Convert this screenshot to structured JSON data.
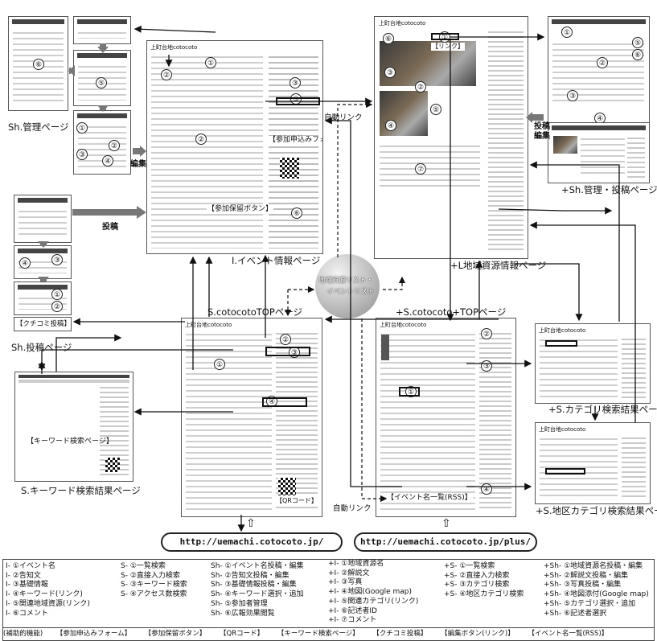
{
  "pages": {
    "sh_admin": "Sh.管理ページ",
    "sh_post": "Sh.投稿ページ",
    "l_event": "I.イベント情報ページ",
    "s_top": "S.cotocotoTOPページ",
    "s_keyword": "S.キーワード検索結果ページ",
    "plus_l_resource": "+L地域資源情報ページ",
    "plus_sh_admin": "+Sh.管理・投稿ページ",
    "plus_s_top": "+S.cotocoto+TOPページ",
    "plus_s_category": "+S.カテゴリ検索結果ページ",
    "plus_s_district": "+S.地区カテゴリ検索結果ページ"
  },
  "flow_labels": {
    "edit": "編集",
    "post": "投稿",
    "post_edit": "投稿\n編集",
    "auto_link_1": "自動リンク",
    "auto_link_2": "自動リンク"
  },
  "hub": {
    "line1": "地域資源リスト・",
    "line2": "イベントリスト"
  },
  "annotations": {
    "apply_form": "【参加申込みフォーム】",
    "hold_button": "【参加保留ボタン】",
    "kuchikomi": "【クチコミ投稿】",
    "keyword_page": "【キーワード検索ページ】",
    "qr_code": "【QRコード】",
    "rss": "【イベント名一覧(RSS)】",
    "link": "【リンク】"
  },
  "urls": {
    "main": "http://uemachi.cotocoto.jp/",
    "plus": "http://uemachi.cotocoto.jp/plus/"
  },
  "site_title": "上町台地cotocoto",
  "markers": [
    "①",
    "②",
    "③",
    "④",
    "⑤",
    "⑥",
    "⑦"
  ],
  "legend": {
    "col1": [
      "I- ①イベント名",
      "I- ②告知文",
      "I- ③基礎情報",
      "I- ④キーワード(リンク)",
      "I- ⑤関連地域資源(リンク)",
      "I- ⑥コメント"
    ],
    "col2": [
      "S- ①一覧検索",
      "S- ②直接入力検索",
      "S- ③キーワード検索",
      "S- ④アクセス数検索"
    ],
    "col3": [
      "Sh- ①イベント名投稿・編集",
      "Sh- ②告知文投稿・編集",
      "Sh- ③基礎情報投稿・編集",
      "Sh- ④キーワード選択・追加",
      "Sh- ⑤参加者管理",
      "Sh- ⑥広報効果閲覧"
    ],
    "col4": [
      "+I- ①地域資源名",
      "+I- ②解説文",
      "+I- ③写真",
      "+I- ④地図(Google map)",
      "+I- ⑤関連カテゴリ(リンク)",
      "+I- ⑥記述者ID",
      "+I- ⑦コメント"
    ],
    "col5": [
      "+S- ①一覧検索",
      "+S- ②直接入力検索",
      "+S- ③カテゴリ検索",
      "+S- ④地区カテゴリ検索"
    ],
    "col6": [
      "+Sh- ①地域資源名投稿・編集",
      "+Sh- ②解説文投稿・編集",
      "+Sh- ③写真投稿・編集",
      "+Sh- ④地図添付(Google map)",
      "+Sh- ⑤カテゴリ選択・追加",
      "+Sh- ⑥記述者選択"
    ]
  },
  "aux": {
    "title": "(補助的機能)",
    "items": [
      "【参加申込みフォーム】",
      "【参加保留ボタン】",
      "【QRコード】",
      "【キーワード検索ページ】",
      "【クチコミ投稿】",
      "【編集ボタン(リンク)】",
      "【イベント名一覧(RSS)】"
    ]
  }
}
